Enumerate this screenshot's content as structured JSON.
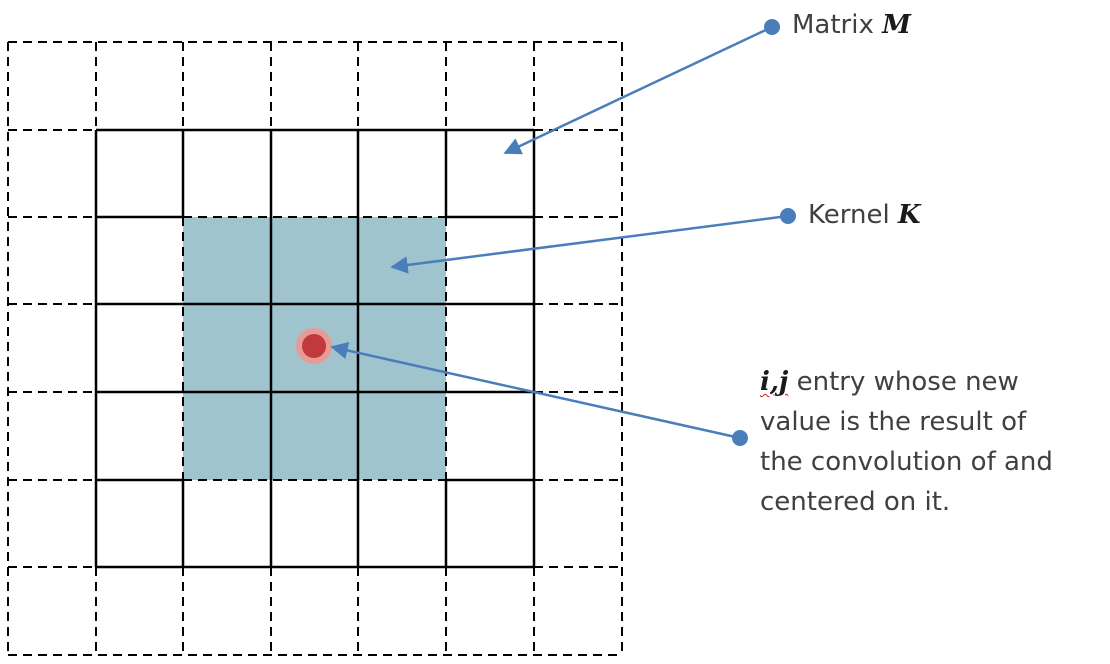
{
  "labels": {
    "matrix": {
      "text": "Matrix",
      "symbol": "M"
    },
    "kernel": {
      "text": "Kernel",
      "symbol": "K"
    },
    "entry": {
      "symbol": "i,j",
      "line1_rest": " entry whose new",
      "line2": "value is the result of",
      "line3": "the convolution of  and",
      "line4": "centered on it."
    }
  },
  "colors": {
    "kernel_fill": "#a0c4ce",
    "arrow": "#4a7ebb",
    "center_dot": "#c0393b",
    "center_halo": "#e89a95",
    "grid_line": "#000000"
  }
}
